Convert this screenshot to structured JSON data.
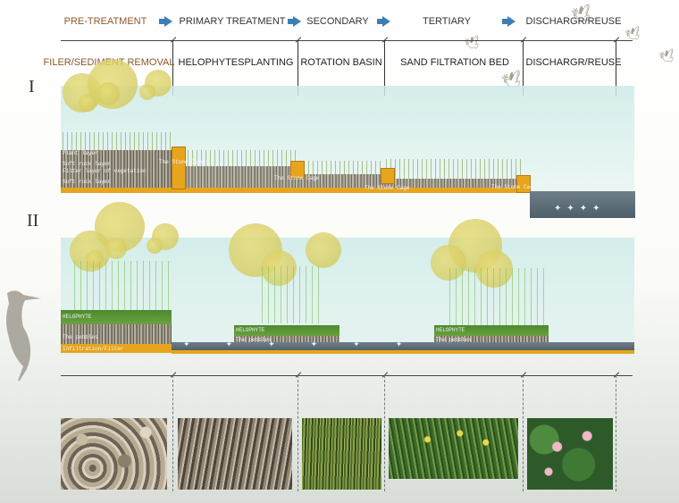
{
  "stages": [
    "PRE-TREATMENT",
    "PRIMARY TREATMENT",
    "SECONDARY",
    "TERTIARY",
    "DISCHARGR/REUSE"
  ],
  "processes": [
    "FILER/SEDIMENT REMOVAL",
    "HELOPHYTESPLANTING",
    "ROTATION BASIN",
    "SAND FILTRATION BED",
    "DISCHARGR/REUSE"
  ],
  "sections": {
    "one": "I",
    "two": "II"
  },
  "section_one_layers": [
    "Plant layer",
    "Soft rock layer",
    "Filter layer of vegetation",
    "Soft rock layer"
  ],
  "section_one_cages": [
    "The Stone Cage",
    "The Stone Cage",
    "The Stone Cage",
    "The Stone Cage"
  ],
  "section_two": {
    "block1_top": "HELOPHYTE",
    "block1_mid": "The pebbles",
    "block1_bottom": "Infiltration/Filter",
    "block2_top": "HELOPHYTE",
    "block2_mid": "The pebbles",
    "block3_top": "HELOPHYTE",
    "block3_mid": "The pebbles"
  },
  "photos": [
    "pebbles-photo",
    "gravel-bed-photo",
    "cattail-reeds-photo",
    "yellow-iris-photo",
    "lotus-photo"
  ],
  "colors": {
    "arrow": "#3d7fb3",
    "accent": "#e8a41c",
    "first_label": "#8a5a2a"
  }
}
